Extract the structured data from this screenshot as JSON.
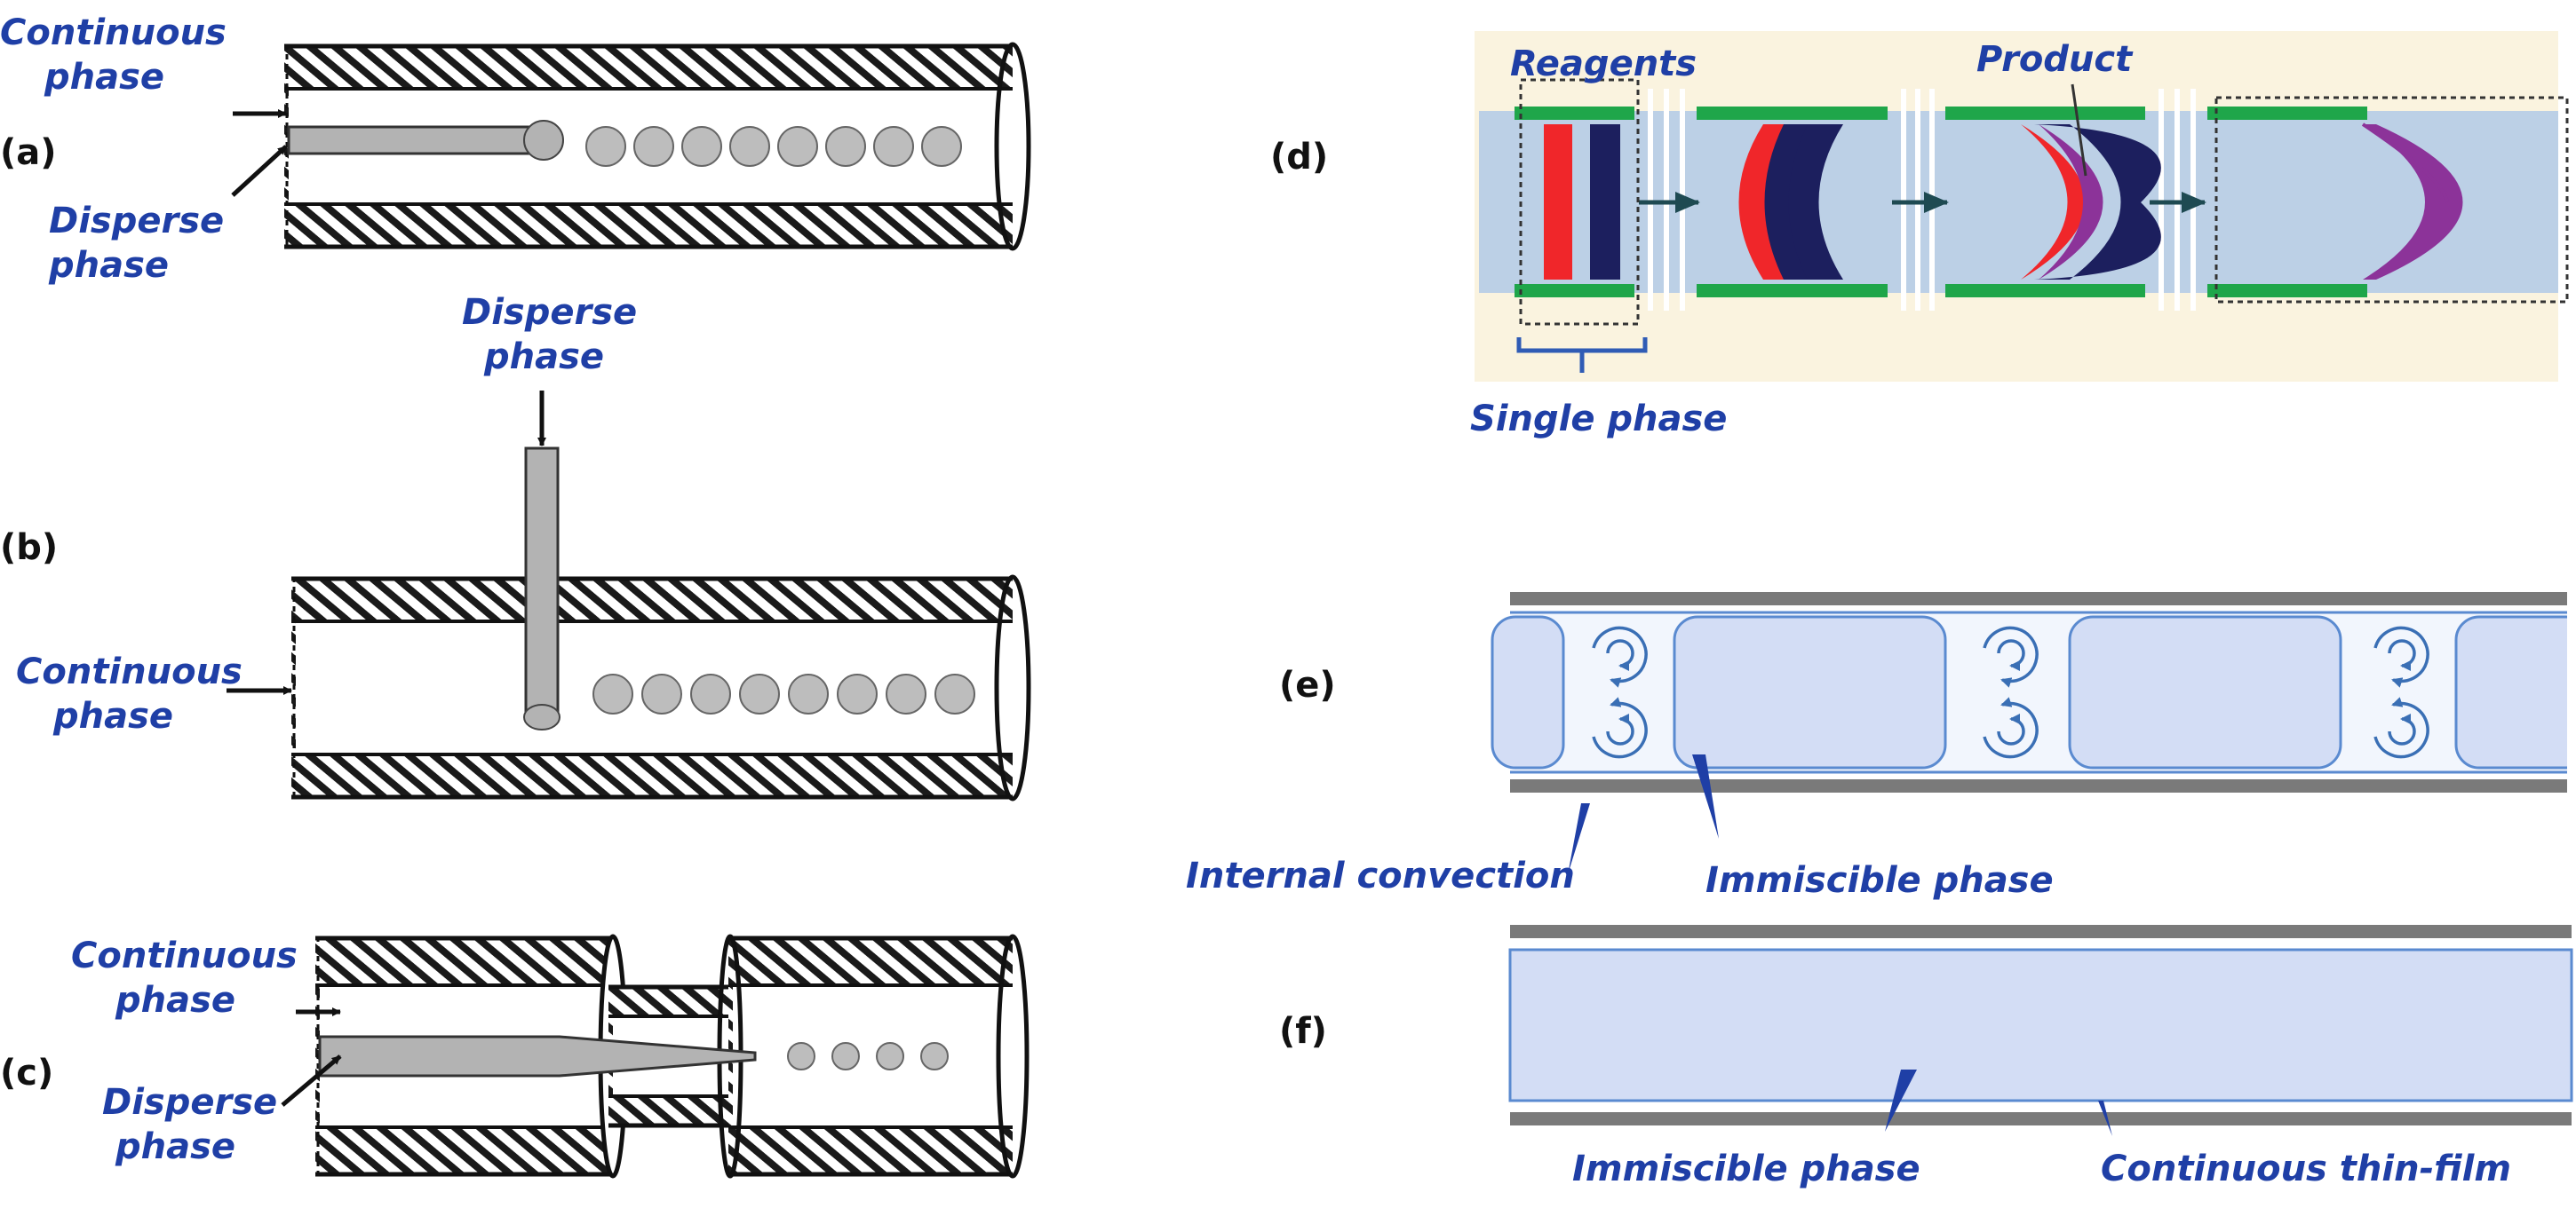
{
  "panels": {
    "a": {
      "tag": "(a)",
      "continuous": [
        "Continuous",
        "phase"
      ],
      "disperse": [
        "Disperse",
        "phase"
      ]
    },
    "b": {
      "tag": "(b)",
      "disperse": [
        "Disperse",
        "phase"
      ],
      "continuous": [
        "Continuous",
        "phase"
      ]
    },
    "c": {
      "tag": "(c)",
      "continuous": [
        "Continuous",
        "phase"
      ],
      "disperse": [
        "Disperse",
        "phase"
      ]
    },
    "d": {
      "tag": "(d)",
      "reagents": "Reagents",
      "product": "Product",
      "single_phase": "Single phase"
    },
    "e": {
      "tag": "(e)",
      "internal_convection": "Internal convection",
      "immiscible_phase": "Immiscible phase"
    },
    "f": {
      "tag": "(f)",
      "immiscible_phase": "Immiscible phase",
      "continuous_thin_film": "Continuous thin-film"
    }
  },
  "colors": {
    "label_blue": "#1f3fa6",
    "wall_green": "#1fa64a",
    "reagent_red": "#f0262a",
    "reagent_navy": "#1c1f5e",
    "product_purple": "#8c3399",
    "channel_blue": "#bcd0e6",
    "plug_blue": "#d3ddf5",
    "wall_gray": "#7a7a7a"
  }
}
